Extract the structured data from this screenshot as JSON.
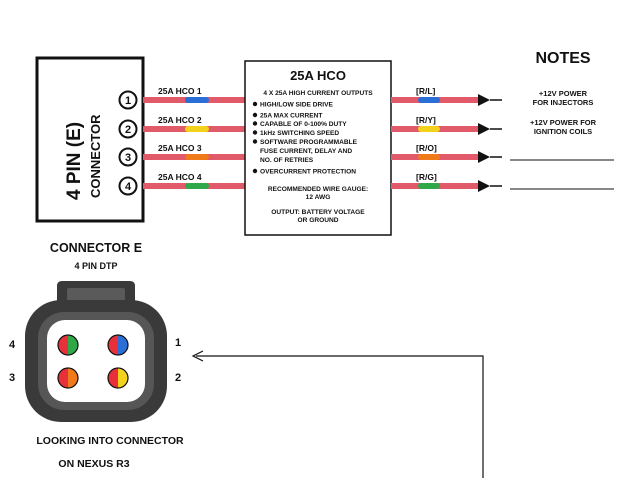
{
  "connector_box": {
    "title_line1": "4 PIN (E)",
    "title_line2": "CONNECTOR"
  },
  "pins": [
    {
      "number": "1",
      "label": "25A HCO 1",
      "code": "[R/L]",
      "stripe": "#2a6fd6",
      "note_line1": "+12V POWER",
      "note_line2": "FOR INJECTORS"
    },
    {
      "number": "2",
      "label": "25A HCO 2",
      "code": "[R/Y]",
      "stripe": "#f2d21b",
      "note_line1": "+12V POWER FOR",
      "note_line2": "IGNITION COILS"
    },
    {
      "number": "3",
      "label": "25A HCO 3",
      "code": "[R/O]",
      "stripe": "#f07a1a",
      "note_line1": "",
      "note_line2": ""
    },
    {
      "number": "4",
      "label": "25A HCO 4",
      "code": "[R/G]",
      "stripe": "#2fa84a",
      "note_line1": "",
      "note_line2": ""
    }
  ],
  "wire_base_color": "#e05a6a",
  "hco_box": {
    "title": "25A HCO",
    "subtitle": "4 X 25A HIGH CURRENT OUTPUTS",
    "features": [
      "HIGH/LOW SIDE DRIVE",
      "25A MAX CURRENT",
      "CAPABLE OF 0-100% DUTY",
      "1kHz SWITCHING SPEED",
      "SOFTWARE PROGRAMMABLE",
      "FUSE CURRENT, DELAY AND",
      "NO. OF RETRIES",
      "OVERCURRENT PROTECTION"
    ],
    "gauge_line1": "RECOMMENDED WIRE GAUGE:",
    "gauge_line2": "12 AWG",
    "output_line1": "OUTPUT: BATTERY VOLTAGE",
    "output_line2": "OR GROUND"
  },
  "notes_heading": "NOTES",
  "connector_view": {
    "title": "CONNECTOR E",
    "subtitle": "4 PIN DTP",
    "caption_line1": "LOOKING INTO CONNECTOR",
    "caption_line2": "ON NEXUS R3",
    "pin_labels": {
      "top_left": "4",
      "bottom_left": "3",
      "top_right": "1",
      "bottom_right": "2"
    }
  },
  "colors": {
    "red": "#e8303a",
    "blue": "#2a6fd6",
    "yellow": "#f2d21b",
    "orange": "#f07a1a",
    "green": "#2fa84a",
    "housing": "#3a3a3a"
  }
}
